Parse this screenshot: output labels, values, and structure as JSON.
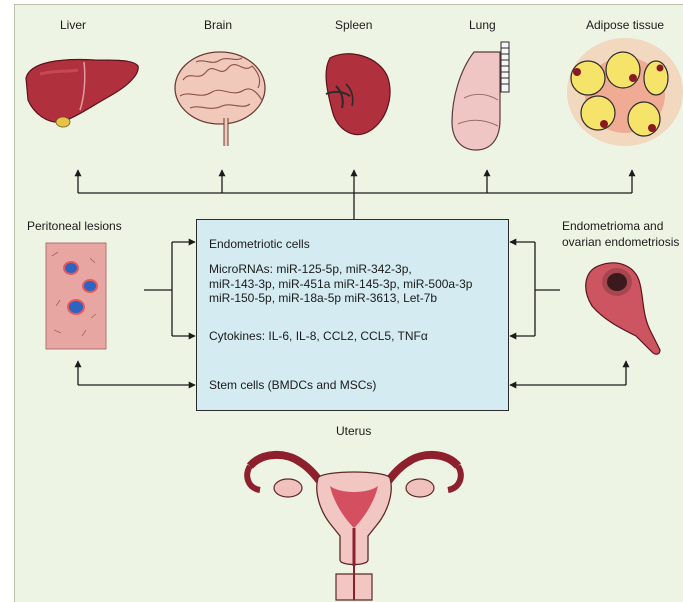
{
  "organs": {
    "liver": "Liver",
    "brain": "Brain",
    "spleen": "Spleen",
    "lung": "Lung",
    "adipose": "Adipose tissue",
    "peritoneal": "Peritoneal lesions",
    "endometrioma_line1": "Endometrioma and",
    "endometrioma_line2": "ovarian endometriosis",
    "uterus": "Uterus"
  },
  "center_box": {
    "title": "Endometriotic cells",
    "micrornas": [
      "MicroRNAs: miR-125-5p, miR-342-3p,",
      "miR-143-3p, miR-451a miR-145-3p, miR-500a-3p",
      "miR-150-5p, miR-18a-5p miR-3613, Let-7b"
    ],
    "cytokines": "Cytokines:  IL-6, IL-8, CCL2, CCL5, TNFα",
    "stem_cells": "Stem cells (BMDCs and MSCs)"
  },
  "colors": {
    "background": "#eef4e3",
    "box_fill": "#d4ebf1",
    "organ_red": "#b0303e",
    "tissue_pink": "#e7a6a2",
    "nodule_blue": "#2d64c2",
    "fat_yellow": "#f6e46a"
  }
}
